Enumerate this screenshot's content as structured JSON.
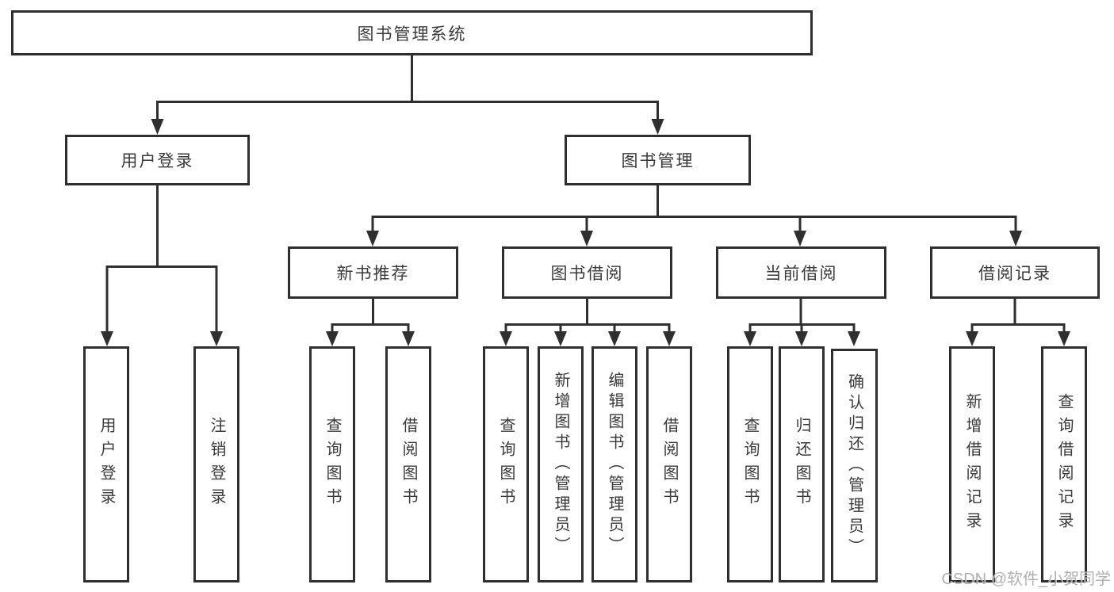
{
  "root": {
    "label": "图书管理系统"
  },
  "level2": {
    "user_login": {
      "label": "用户登录"
    },
    "book_management": {
      "label": "图书管理"
    }
  },
  "level3": {
    "new_book_recommend": {
      "label": "新书推荐"
    },
    "book_borrow": {
      "label": "图书借阅"
    },
    "current_borrow": {
      "label": "当前借阅"
    },
    "borrow_records": {
      "label": "借阅记录"
    }
  },
  "leaves": {
    "login": [
      "用户登录",
      "注销登录"
    ],
    "recommend": [
      "查询图书",
      "借阅图书"
    ],
    "borrow": [
      "查询图书",
      "新增图书（管理员）",
      "编辑图书（管理员）",
      "借阅图书"
    ],
    "current": [
      "查询图书",
      "归还图书",
      "确认归还（管理员）"
    ],
    "records": [
      "新增借阅记录",
      "查询借阅记录"
    ]
  },
  "watermark": {
    "text": "CSDN @软件_小贺同学"
  },
  "colors": {
    "line": "#2f2f2f",
    "text": "#3a3a3a",
    "watermark": "#a3a3a3",
    "background": "#ffffff"
  }
}
